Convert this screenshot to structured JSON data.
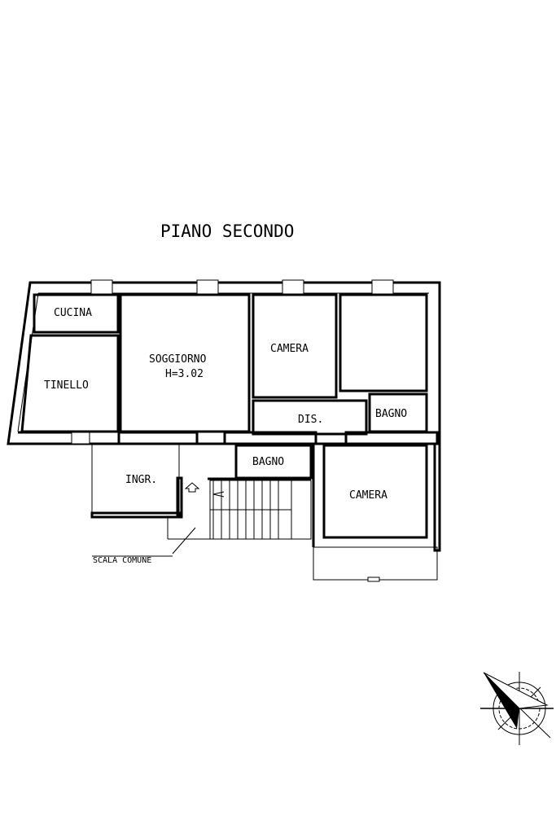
{
  "title": "PIANO SECONDO",
  "rooms": {
    "cucina": "CUCINA",
    "tinello": "TINELLO",
    "soggiorno": "SOGGIORNO",
    "soggiorno_height": "H=3.02",
    "camera_1": "CAMERA",
    "dis": "DIS.",
    "bagno_1": "BAGNO",
    "bagno_2": "BAGNO",
    "camera_2": "CAMERA",
    "ingresso": "INGR."
  },
  "scala_label": "SCALA COMUNE",
  "icons": {
    "compass": "north-arrow-compass-icon"
  }
}
